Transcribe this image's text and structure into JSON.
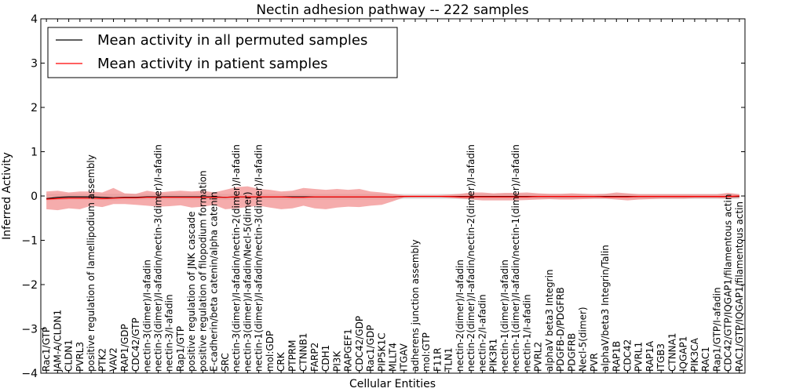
{
  "chart_data": {
    "type": "line",
    "title": "Nectin adhesion pathway -- 222 samples",
    "xlabel": "Cellular Entities",
    "ylabel": "Inferred Activity",
    "ylim": [
      -4,
      4
    ],
    "yticks": [
      -4,
      -3,
      -2,
      -1,
      0,
      1,
      2,
      3,
      4
    ],
    "grid": false,
    "legend_position": "top-left",
    "categories": [
      "Rac1/GTP",
      "JAM-A/CLDN1",
      "CLDN1",
      "PVRL3",
      "positive regulation of lamellipodium assembly",
      "PTK2",
      "VAV2",
      "RAP1/GDP",
      "CDC42/GTP",
      "nectin-3(dimer)/I-afadin",
      "nectin-3(dimer)/I-afadin/nectin-3(dimer)/I-afadin",
      "nectin-3/I-afadin",
      "Rap1/GTP",
      "positive regulation of JNK cascade",
      "positive regulation of filopodium formation",
      "E-cadherin/beta catenin/alpha catenin",
      "SRC",
      "nectin-3(dimer)/I-afadin/nectin-2(dimer)/I-afadin",
      "nectin-3(dimer)/I-afadin/Necl-5(dimer)",
      "nectin-1(dimer)/I-afadin/nectin-3(dimer)/I-afadin",
      "mol:GDP",
      "CRK",
      "PTPRM",
      "CTNNB1",
      "FARP2",
      "CDH1",
      "PI3K",
      "RAPGEF1",
      "CDC42/GDP",
      "Rac1/GDP",
      "PIP5K1C",
      "MLLT4",
      "ITGAV",
      "adherens junction assembly",
      "mol:GTP",
      "F11R",
      "TLN1",
      "nectin-2(dimer)/I-afadin",
      "nectin-2(dimer)/I-afadin/nectin-2(dimer)/I-afadin",
      "nectin-2/I-afadin",
      "PIK3R1",
      "nectin-1(dimer)/I-afadin",
      "nectin-1(dimer)/I-afadin/nectin-1(dimer)/I-afadin",
      "nectin-1/I-afadin",
      "PVRL2",
      "alphaV beta3 Integrin",
      "PDGFB-D/PDGFRB",
      "PDGFRB",
      "Necl-5(dimer)",
      "PVR",
      "alphaV/beta3 Integrin/Talin",
      "RAP1B",
      "CDC42",
      "PVRL1",
      "RAP1A",
      "ITGB3",
      "CTNNA1",
      "IQGAP1",
      "PIK3CA",
      "RAC1",
      "Rap1/GTP/I-afadin",
      "CDC42/GTP/IQGAP1/filamentous actin",
      "RAC1/GTP/IQGAP1/filamentous actin"
    ],
    "series": [
      {
        "name": "Mean activity in all permuted samples",
        "color": "#000000",
        "style": "solid",
        "values": [
          -0.06,
          -0.03,
          -0.02,
          -0.02,
          -0.02,
          -0.03,
          -0.04,
          -0.03,
          -0.03,
          -0.02,
          -0.02,
          -0.02,
          -0.02,
          -0.02,
          -0.02,
          -0.02,
          -0.03,
          -0.02,
          -0.02,
          -0.02,
          -0.02,
          -0.02,
          -0.02,
          -0.02,
          -0.02,
          -0.02,
          -0.02,
          -0.02,
          -0.02,
          -0.02,
          -0.02,
          -0.02,
          -0.01,
          -0.01,
          -0.01,
          -0.01,
          -0.01,
          -0.01,
          -0.01,
          -0.01,
          -0.01,
          -0.01,
          -0.01,
          -0.01,
          -0.01,
          -0.01,
          -0.01,
          -0.01,
          -0.01,
          -0.01,
          -0.01,
          -0.01,
          -0.01,
          -0.01,
          -0.01,
          -0.01,
          -0.01,
          -0.01,
          -0.01,
          -0.01,
          -0.01,
          -0.01,
          -0.01
        ],
        "band_low": [
          -0.1,
          -0.09,
          -0.08,
          -0.08,
          -0.08,
          -0.09,
          -0.1,
          -0.09,
          -0.09,
          -0.08,
          -0.08,
          -0.08,
          -0.08,
          -0.08,
          -0.08,
          -0.08,
          -0.09,
          -0.08,
          -0.08,
          -0.08,
          -0.08,
          -0.08,
          -0.08,
          -0.08,
          -0.08,
          -0.08,
          -0.08,
          -0.08,
          -0.08,
          -0.08,
          -0.08,
          -0.08,
          -0.07,
          -0.07,
          -0.07,
          -0.07,
          -0.07,
          -0.07,
          -0.07,
          -0.07,
          -0.07,
          -0.07,
          -0.07,
          -0.07,
          -0.07,
          -0.07,
          -0.07,
          -0.07,
          -0.07,
          -0.07,
          -0.07,
          -0.07,
          -0.07,
          -0.07,
          -0.07,
          -0.07,
          -0.07,
          -0.07,
          -0.07,
          -0.07,
          -0.07,
          -0.07,
          -0.07
        ],
        "band_high": [
          0.05,
          0.05,
          0.05,
          0.05,
          0.05,
          0.05,
          0.05,
          0.05,
          0.05,
          0.05,
          0.05,
          0.05,
          0.05,
          0.05,
          0.05,
          0.05,
          0.05,
          0.05,
          0.05,
          0.05,
          0.05,
          0.05,
          0.05,
          0.05,
          0.05,
          0.05,
          0.05,
          0.05,
          0.05,
          0.05,
          0.05,
          0.05,
          0.05,
          0.05,
          0.05,
          0.05,
          0.05,
          0.05,
          0.05,
          0.05,
          0.05,
          0.05,
          0.05,
          0.05,
          0.05,
          0.05,
          0.05,
          0.05,
          0.05,
          0.05,
          0.05,
          0.05,
          0.05,
          0.05,
          0.05,
          0.05,
          0.05,
          0.05,
          0.05,
          0.05,
          0.05,
          0.05,
          0.05
        ]
      },
      {
        "name": "Mean activity in patient samples",
        "color": "#ff0000",
        "style": "solid",
        "values": [
          -0.07,
          -0.06,
          -0.05,
          -0.05,
          -0.05,
          -0.06,
          -0.05,
          -0.04,
          -0.04,
          -0.03,
          -0.03,
          -0.03,
          -0.03,
          -0.03,
          -0.03,
          -0.03,
          -0.03,
          -0.02,
          -0.02,
          -0.02,
          -0.02,
          -0.02,
          -0.03,
          -0.03,
          -0.02,
          -0.02,
          -0.02,
          -0.02,
          -0.02,
          -0.02,
          -0.02,
          -0.02,
          -0.01,
          -0.01,
          -0.01,
          -0.01,
          -0.01,
          -0.02,
          -0.02,
          -0.02,
          -0.02,
          -0.02,
          -0.02,
          -0.02,
          -0.01,
          -0.01,
          -0.01,
          -0.01,
          -0.01,
          -0.01,
          -0.02,
          -0.02,
          -0.02,
          -0.01,
          -0.01,
          -0.01,
          -0.01,
          -0.01,
          -0.01,
          -0.01,
          -0.01,
          -0.01,
          0.0
        ],
        "band_low": [
          -0.3,
          -0.32,
          -0.28,
          -0.3,
          -0.22,
          -0.25,
          -0.18,
          -0.18,
          -0.2,
          -0.22,
          -0.24,
          -0.23,
          -0.21,
          -0.26,
          -0.24,
          -0.2,
          -0.3,
          -0.28,
          -0.25,
          -0.22,
          -0.26,
          -0.3,
          -0.28,
          -0.22,
          -0.28,
          -0.3,
          -0.26,
          -0.24,
          -0.25,
          -0.22,
          -0.2,
          -0.12,
          -0.03,
          -0.02,
          -0.02,
          -0.02,
          -0.04,
          -0.06,
          -0.08,
          -0.1,
          -0.1,
          -0.1,
          -0.1,
          -0.09,
          -0.08,
          -0.07,
          -0.08,
          -0.08,
          -0.07,
          -0.06,
          -0.06,
          -0.08,
          -0.1,
          -0.08,
          -0.07,
          -0.06,
          -0.06,
          -0.06,
          -0.05,
          -0.05,
          -0.05,
          -0.06,
          -0.04
        ],
        "band_high": [
          0.1,
          0.12,
          0.08,
          0.1,
          0.1,
          0.08,
          0.18,
          0.06,
          0.05,
          0.12,
          0.08,
          0.1,
          0.12,
          0.1,
          0.12,
          0.08,
          0.14,
          0.2,
          0.22,
          0.16,
          0.14,
          0.1,
          0.12,
          0.18,
          0.16,
          0.14,
          0.16,
          0.14,
          0.16,
          0.1,
          0.08,
          0.05,
          0.02,
          0.02,
          0.02,
          0.02,
          0.03,
          0.05,
          0.08,
          0.08,
          0.06,
          0.07,
          0.07,
          0.08,
          0.06,
          0.05,
          0.05,
          0.06,
          0.05,
          0.04,
          0.05,
          0.08,
          0.06,
          0.04,
          0.04,
          0.04,
          0.04,
          0.04,
          0.04,
          0.04,
          0.04,
          0.07,
          0.04
        ]
      }
    ],
    "colors": {
      "permuted_band": "#d3d3d3",
      "patient_band": "#f08080"
    }
  }
}
